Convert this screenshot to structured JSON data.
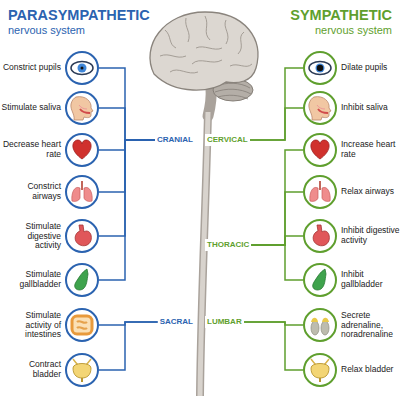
{
  "diagram": {
    "nodes": [
      {
        "text": [
          "Constrict pupils"
        ]
      },
      {
        "text": [
          "Stimulate saliva"
        ]
      },
      {
        "text": [
          "Decrease heart rate"
        ]
      },
      {
        "text": [
          "Constrict airways"
        ]
      },
      {
        "text": [
          "Stimulate digestive activity"
        ]
      },
      {
        "text": [
          "Stimulate gallbladder"
        ]
      },
      {
        "text": [
          "Stimulate activity of intestines"
        ]
      },
      {
        "text": [
          "Contract bladder"
        ]
      },
      {
        "text": [
          "CRANIAL"
        ]
      },
      {
        "text": [
          "SACRAL"
        ]
      },
      {
        "text": [
          "CERVICAL"
        ]
      },
      {
        "text": [
          "THORACIC"
        ]
      },
      {
        "text": [
          "LUMBAR"
        ]
      },
      {
        "text": [
          "Dilate pupils"
        ]
      },
      {
        "text": [
          "Inhibit saliva"
        ]
      },
      {
        "text": [
          "Increase heart rate"
        ]
      },
      {
        "text": [
          "Relax airways"
        ]
      },
      {
        "text": [
          "Inhibit digestive activity"
        ]
      },
      {
        "text": [
          "Inhibit gallbladder"
        ]
      },
      {
        "text": [
          "Secrete adrenaline, noradrenaline"
        ]
      },
      {
        "text": [
          "Relax bladder"
        ]
      }
    ],
    "edges": [
      {
        "from": 8,
        "to": 0,
        "arrow": "none"
      },
      {
        "from": 8,
        "to": 1,
        "arrow": "none"
      },
      {
        "from": 8,
        "to": 2,
        "arrow": "none"
      },
      {
        "from": 8,
        "to": 3,
        "arrow": "none"
      },
      {
        "from": 8,
        "to": 4,
        "arrow": "none"
      },
      {
        "from": 8,
        "to": 5,
        "arrow": "none"
      },
      {
        "from": 9,
        "to": 6,
        "arrow": "none"
      },
      {
        "from": 9,
        "to": 7,
        "arrow": "none"
      },
      {
        "from": 10,
        "to": 13,
        "arrow": "none"
      },
      {
        "from": 10,
        "to": 14,
        "arrow": "none"
      },
      {
        "from": 11,
        "to": 15,
        "arrow": "none"
      },
      {
        "from": 11,
        "to": 16,
        "arrow": "none"
      },
      {
        "from": 11,
        "to": 17,
        "arrow": "none"
      },
      {
        "from": 11,
        "to": 18,
        "arrow": "none"
      },
      {
        "from": 12,
        "to": 19,
        "arrow": "none"
      },
      {
        "from": 12,
        "to": 20,
        "arrow": "none"
      }
    ],
    "labels": [
      "PARASYMPATHETIC",
      "nervous system",
      "SYMPATHETIC",
      "nervous system"
    ]
  }
}
